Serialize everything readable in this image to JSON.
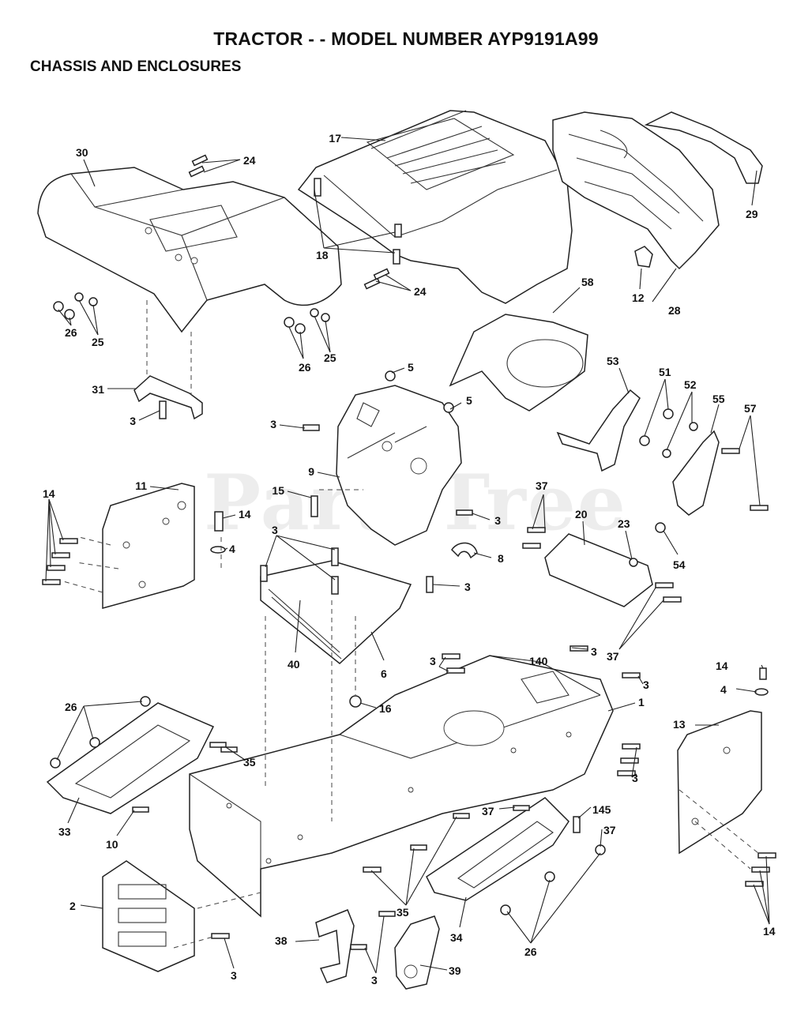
{
  "title": "TRACTOR - - MODEL NUMBER AYP9191A99",
  "subtitle": "CHASSIS AND ENCLOSURES",
  "watermark": "PartsTree",
  "callouts": [
    {
      "id": "c17",
      "label": "17"
    },
    {
      "id": "c30",
      "label": "30"
    },
    {
      "id": "c24a",
      "label": "24"
    },
    {
      "id": "c18",
      "label": "18"
    },
    {
      "id": "c29",
      "label": "29"
    },
    {
      "id": "c24b",
      "label": "24"
    },
    {
      "id": "c12",
      "label": "12"
    },
    {
      "id": "c28",
      "label": "28"
    },
    {
      "id": "c58",
      "label": "58"
    },
    {
      "id": "c26a",
      "label": "26"
    },
    {
      "id": "c25a",
      "label": "25"
    },
    {
      "id": "c26b",
      "label": "26"
    },
    {
      "id": "c25b",
      "label": "25"
    },
    {
      "id": "c5a",
      "label": "5"
    },
    {
      "id": "c53",
      "label": "53"
    },
    {
      "id": "c51",
      "label": "51"
    },
    {
      "id": "c52",
      "label": "52"
    },
    {
      "id": "c55",
      "label": "55"
    },
    {
      "id": "c57",
      "label": "57"
    },
    {
      "id": "c31",
      "label": "31"
    },
    {
      "id": "c3a",
      "label": "3"
    },
    {
      "id": "c5b",
      "label": "5"
    },
    {
      "id": "c3b",
      "label": "3"
    },
    {
      "id": "c9",
      "label": "9"
    },
    {
      "id": "c11",
      "label": "11"
    },
    {
      "id": "c15",
      "label": "15"
    },
    {
      "id": "c14a",
      "label": "14"
    },
    {
      "id": "c14b",
      "label": "14"
    },
    {
      "id": "c37a",
      "label": "37"
    },
    {
      "id": "c3c",
      "label": "3"
    },
    {
      "id": "c20",
      "label": "20"
    },
    {
      "id": "c23",
      "label": "23"
    },
    {
      "id": "c54",
      "label": "54"
    },
    {
      "id": "c4a",
      "label": "4"
    },
    {
      "id": "c3d",
      "label": "3"
    },
    {
      "id": "c8",
      "label": "8"
    },
    {
      "id": "c3e",
      "label": "3"
    },
    {
      "id": "c37b",
      "label": "37"
    },
    {
      "id": "c40",
      "label": "40"
    },
    {
      "id": "c6",
      "label": "6"
    },
    {
      "id": "c3f",
      "label": "3"
    },
    {
      "id": "c140",
      "label": "140"
    },
    {
      "id": "c3g",
      "label": "3"
    },
    {
      "id": "c14c",
      "label": "14"
    },
    {
      "id": "c3h",
      "label": "3"
    },
    {
      "id": "c4b",
      "label": "4"
    },
    {
      "id": "c26c",
      "label": "26"
    },
    {
      "id": "c16",
      "label": "16"
    },
    {
      "id": "c1",
      "label": "1"
    },
    {
      "id": "c13",
      "label": "13"
    },
    {
      "id": "c35a",
      "label": "35"
    },
    {
      "id": "c3i",
      "label": "3"
    },
    {
      "id": "c37c",
      "label": "37"
    },
    {
      "id": "c145",
      "label": "145"
    },
    {
      "id": "c33",
      "label": "33"
    },
    {
      "id": "c10",
      "label": "10"
    },
    {
      "id": "c37d",
      "label": "37"
    },
    {
      "id": "c2",
      "label": "2"
    },
    {
      "id": "c35b",
      "label": "35"
    },
    {
      "id": "c34",
      "label": "34"
    },
    {
      "id": "c26d",
      "label": "26"
    },
    {
      "id": "c14d",
      "label": "14"
    },
    {
      "id": "c38",
      "label": "38"
    },
    {
      "id": "c39",
      "label": "39"
    },
    {
      "id": "c3j",
      "label": "3"
    },
    {
      "id": "c3k",
      "label": "3"
    }
  ]
}
